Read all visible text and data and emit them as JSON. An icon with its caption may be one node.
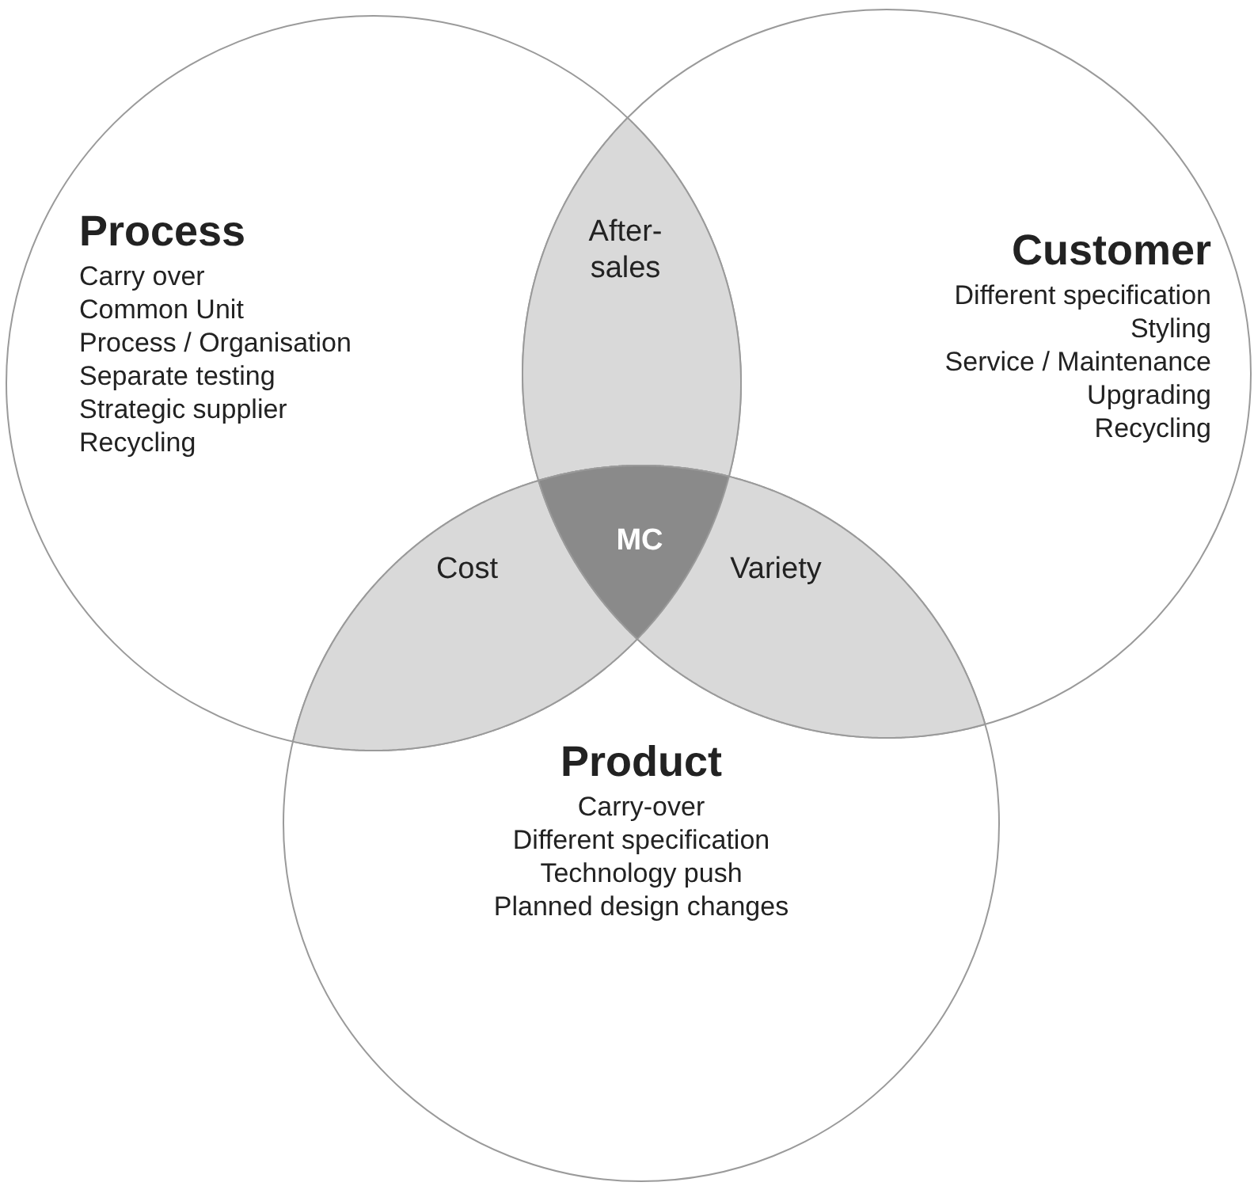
{
  "diagram": {
    "nodes": [
      {
        "text": [
          "Process",
          "Carry over",
          "Common Unit",
          "Process / Organisation",
          "Separate testing",
          "Strategic supplier",
          "Recycling"
        ]
      },
      {
        "text": [
          "Customer",
          "Different specification",
          "Styling",
          "Service / Maintenance",
          "Upgrading",
          "Recycling"
        ]
      },
      {
        "text": [
          "Product",
          "Carry-over",
          "Different specification",
          "Technology push",
          "Planned design changes"
        ]
      },
      {
        "text": [
          "After-sales"
        ]
      },
      {
        "text": [
          "Cost"
        ]
      },
      {
        "text": [
          "Variety"
        ]
      },
      {
        "text": [
          "MC"
        ]
      }
    ]
  }
}
